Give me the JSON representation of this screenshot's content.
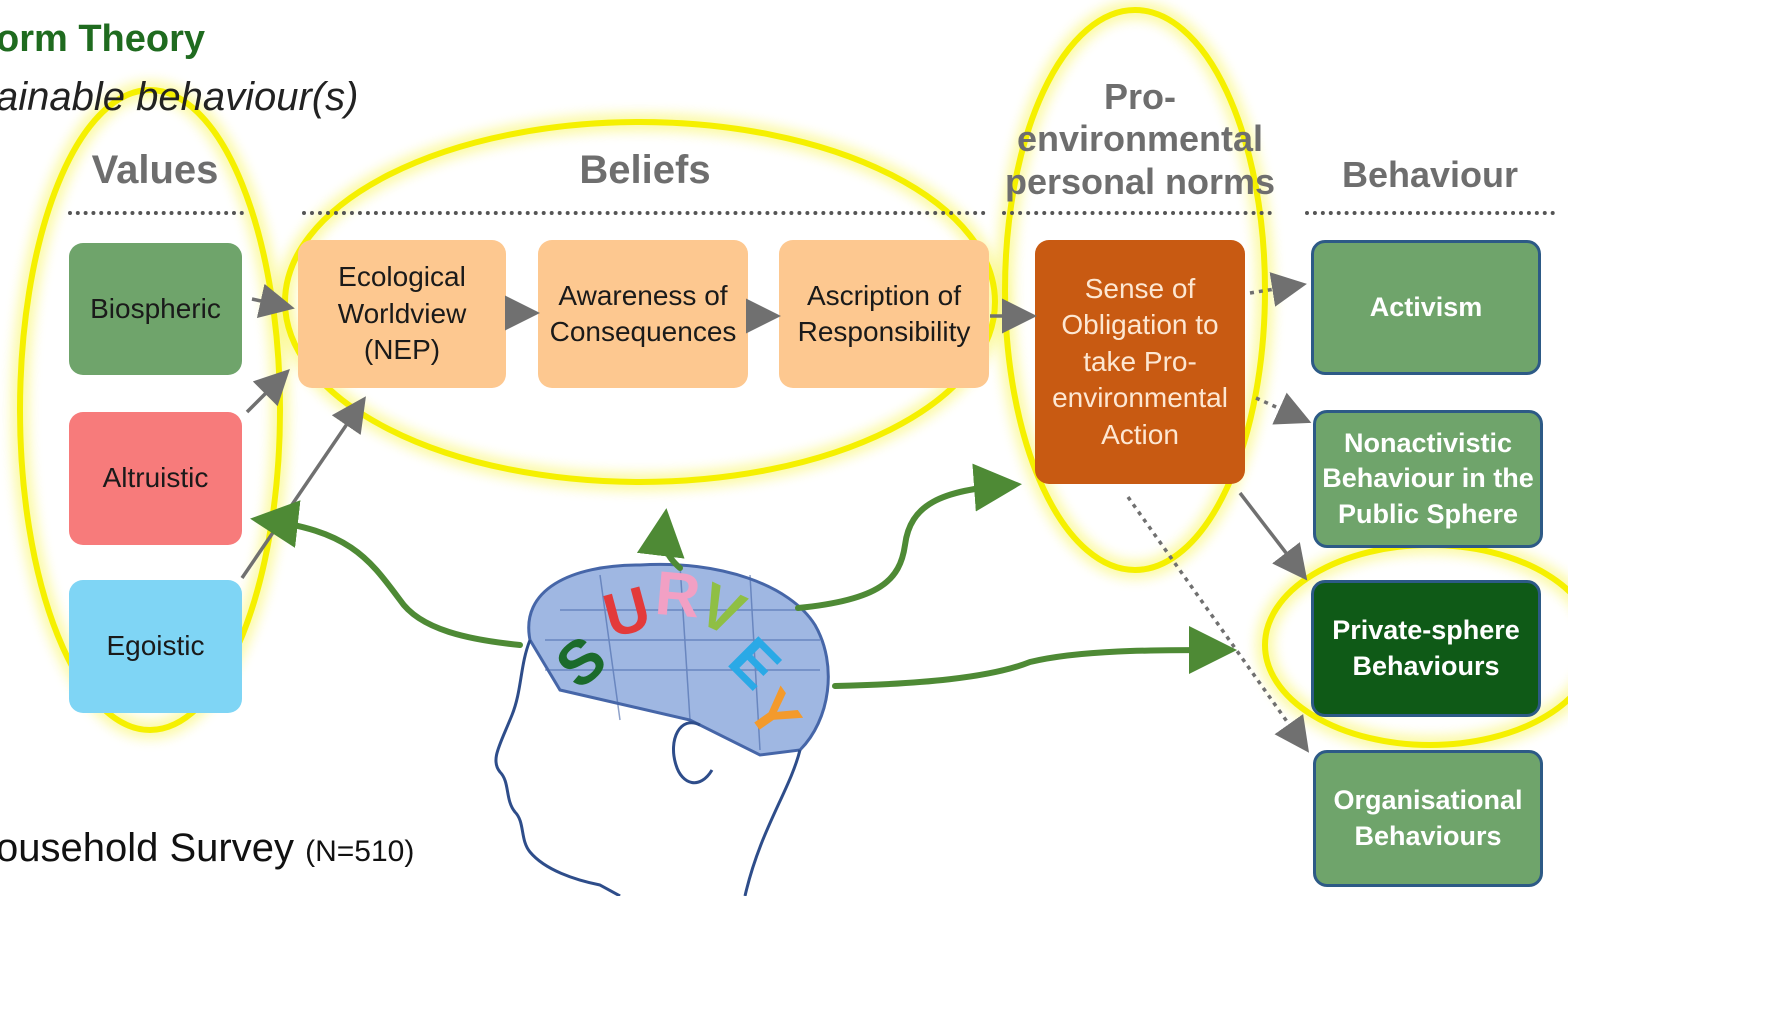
{
  "title": "orm Theory",
  "subtitle": "ainable behaviour(s)",
  "survey_note": {
    "text": "ousehold Survey",
    "n": "(N=510)"
  },
  "headers": {
    "values": "Values",
    "beliefs": "Beliefs",
    "norms": "Pro-environmental personal norms",
    "behaviour": "Behaviour"
  },
  "values": {
    "biospheric": "Biospheric",
    "altruistic": "Altruistic",
    "egoistic": "Egoistic"
  },
  "beliefs": {
    "ecological": "Ecological Worldview (NEP)",
    "awareness": "Awareness of Consequences",
    "ascription": "Ascription of Responsibility"
  },
  "norm": "Sense of Obligation to take Pro-environmental Action",
  "behaviours": {
    "activism": "Activism",
    "nonactivistic": "Nonactivistic Behaviour in the Public Sphere",
    "private": "Private-sphere Behaviours",
    "organisational": "Organisational Behaviours"
  },
  "survey_letters": [
    "S",
    "U",
    "R",
    "V",
    "E",
    "Y"
  ],
  "colors": {
    "highlight": "#f5f000",
    "biospheric": "#6fa46b",
    "altruistic": "#f77b7b",
    "egoistic": "#7fd5f5",
    "belief": "#fdc890",
    "norm": "#c85a12",
    "behaviour": "#6fa46b",
    "behaviour_dark": "#0f5a17",
    "survey_arrow": "#4e8a35",
    "head": "#8aa6d6"
  }
}
